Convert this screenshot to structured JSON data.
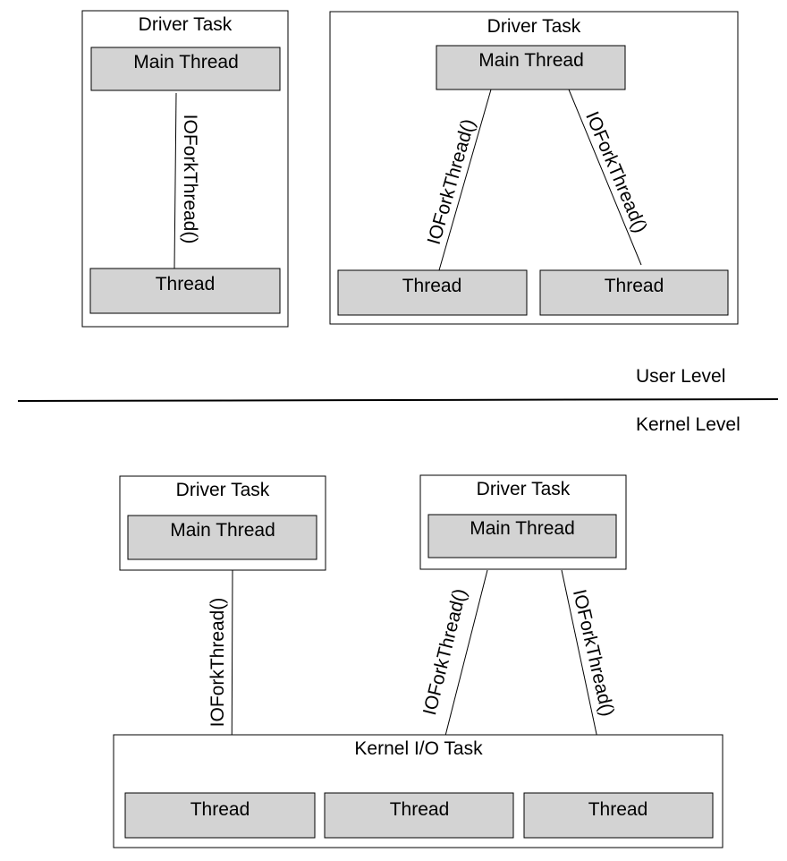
{
  "levels": {
    "user": "User Level",
    "kernel": "Kernel Level"
  },
  "user_level": {
    "left_task": {
      "title": "Driver Task",
      "main_thread": "Main Thread",
      "edge_label": "IOForkThread()",
      "thread": "Thread"
    },
    "right_task": {
      "title": "Driver Task",
      "main_thread": "Main Thread",
      "edge_left_label": "IOForkThread()",
      "edge_right_label": "IOForkThread()",
      "thread_left": "Thread",
      "thread_right": "Thread"
    }
  },
  "kernel_level": {
    "left_task": {
      "title": "Driver Task",
      "main_thread": "Main Thread",
      "edge_label": "IOForkThread()"
    },
    "right_task": {
      "title": "Driver Task",
      "main_thread": "Main Thread",
      "edge_left_label": "IOForkThread()",
      "edge_right_label": "IOForkThread()"
    },
    "io_task": {
      "title": "Kernel I/O Task",
      "threads": [
        "Thread",
        "Thread",
        "Thread"
      ]
    }
  }
}
